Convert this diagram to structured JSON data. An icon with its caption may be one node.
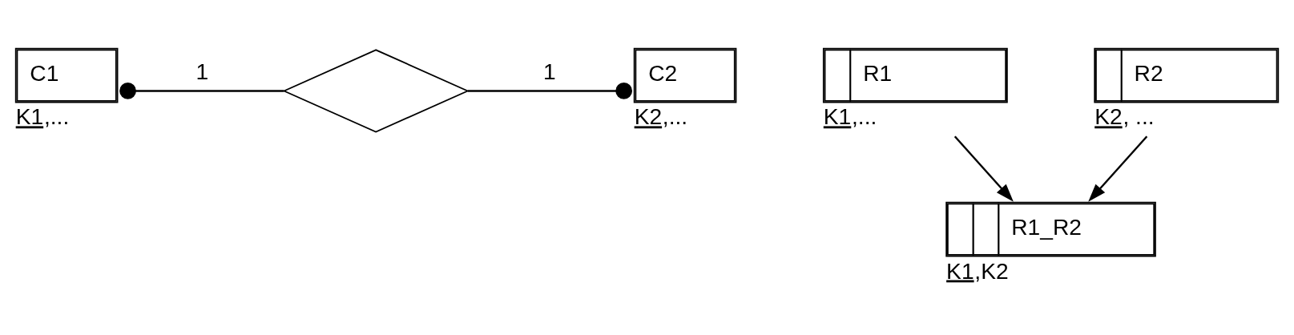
{
  "diagram": {
    "nodes": [
      {
        "text": [
          "C1"
        ],
        "beside": [
          "K1,..."
        ]
      },
      {
        "text": [],
        "shape": "diamond"
      },
      {
        "text": [
          "C2"
        ],
        "beside": [
          "K2,..."
        ]
      },
      {
        "text": [
          "R1"
        ],
        "beside": [
          "K1,..."
        ]
      },
      {
        "text": [
          "R2"
        ],
        "beside": [
          "K2, ..."
        ]
      },
      {
        "text": [
          "R1_R2"
        ],
        "beside": [
          "K1,K2"
        ]
      }
    ],
    "edges": [
      {
        "from": 0,
        "to": 1,
        "arrow": "other",
        "label": "1"
      },
      {
        "from": 2,
        "to": 1,
        "arrow": "other",
        "label": "1"
      },
      {
        "from": 3,
        "to": 5,
        "arrow": "to"
      },
      {
        "from": 4,
        "to": 5,
        "arrow": "to"
      }
    ]
  }
}
